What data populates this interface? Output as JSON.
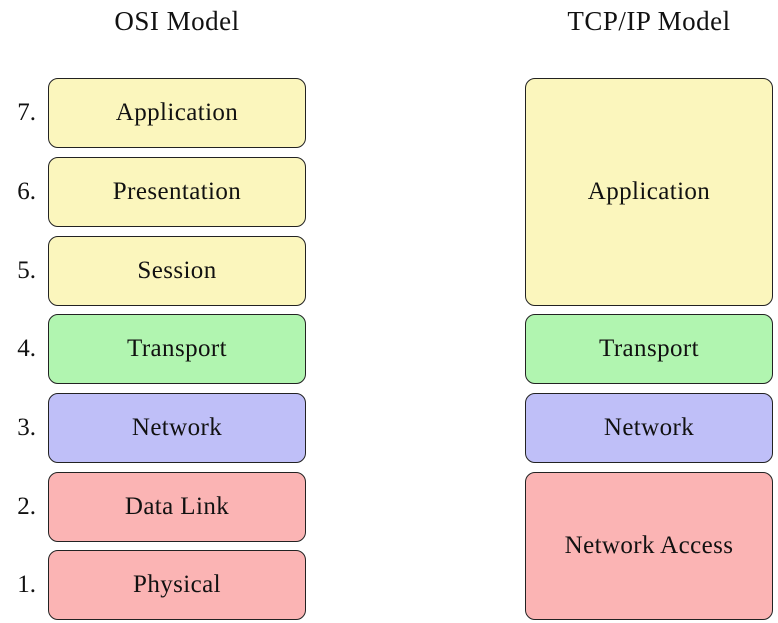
{
  "osi": {
    "title": "OSI Model",
    "layers": [
      {
        "number": "7.",
        "label": "Application",
        "fill": "yellow"
      },
      {
        "number": "6.",
        "label": "Presentation",
        "fill": "yellow"
      },
      {
        "number": "5.",
        "label": "Session",
        "fill": "yellow"
      },
      {
        "number": "4.",
        "label": "Transport",
        "fill": "green"
      },
      {
        "number": "3.",
        "label": "Network",
        "fill": "blue"
      },
      {
        "number": "2.",
        "label": "Data Link",
        "fill": "red"
      },
      {
        "number": "1.",
        "label": "Physical",
        "fill": "red"
      }
    ]
  },
  "tcpip": {
    "title": "TCP/IP Model",
    "layers": [
      {
        "label": "Application",
        "fill": "yellow"
      },
      {
        "label": "Transport",
        "fill": "green"
      },
      {
        "label": "Network",
        "fill": "blue"
      },
      {
        "label": "Network Access",
        "fill": "red"
      }
    ]
  },
  "colors": {
    "yellow": "#FBF6BD",
    "green": "#B1F5B0",
    "blue": "#BFBFF8",
    "red": "#FBB4B4",
    "border": "#222222",
    "text": "#111111",
    "background": "#ffffff"
  }
}
